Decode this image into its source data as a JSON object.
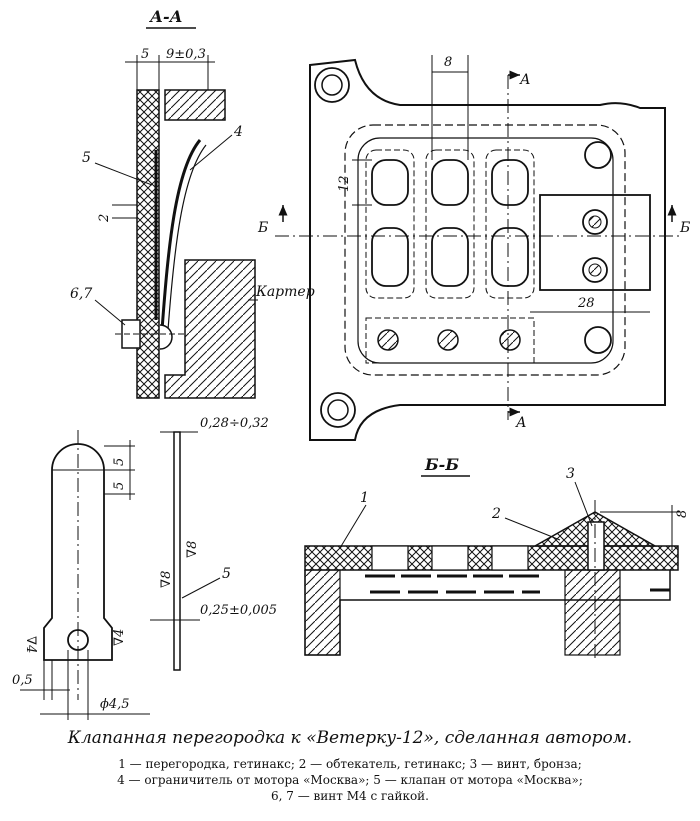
{
  "section_aa": {
    "label": "А-А"
  },
  "section_bb": {
    "label": "Б-Б"
  },
  "dims": {
    "d5": "5",
    "d9": "9±0,3",
    "d2": "2",
    "d8": "8",
    "d12": "12",
    "d28": "28",
    "d028": "0,28÷0,32",
    "d025": "0,25±0,005",
    "d05": "0,5",
    "dphi": "ϕ4,5",
    "d5a": "5",
    "d5b": "5",
    "dbb8": "8"
  },
  "callouts": {
    "n5": "5",
    "n4": "4",
    "n67": "6,7",
    "karter": "Картер",
    "n5b": "5",
    "n1": "1",
    "n2": "2",
    "n3": "3"
  },
  "cut_marks": {
    "a_top": "А",
    "a_bottom": "А",
    "b_left": "Б",
    "b_right": "Б"
  },
  "roughness": {
    "r1": "∇8",
    "r2": "∇8",
    "r3": "∇4",
    "r4": "∇4"
  },
  "caption": {
    "title": "Клапанная перегородка к «Ветерку-12», сделанная автором.",
    "line1": "1 — перегородка, гетинакс; 2 — обтекатель, гетинакс; 3 — винт, бронза;",
    "line2": "4 — ограничитель от мотора «Москва»; 5 — клапан от мотора «Москва»;",
    "line3": "6, 7 — винт М4 с гайкой."
  }
}
